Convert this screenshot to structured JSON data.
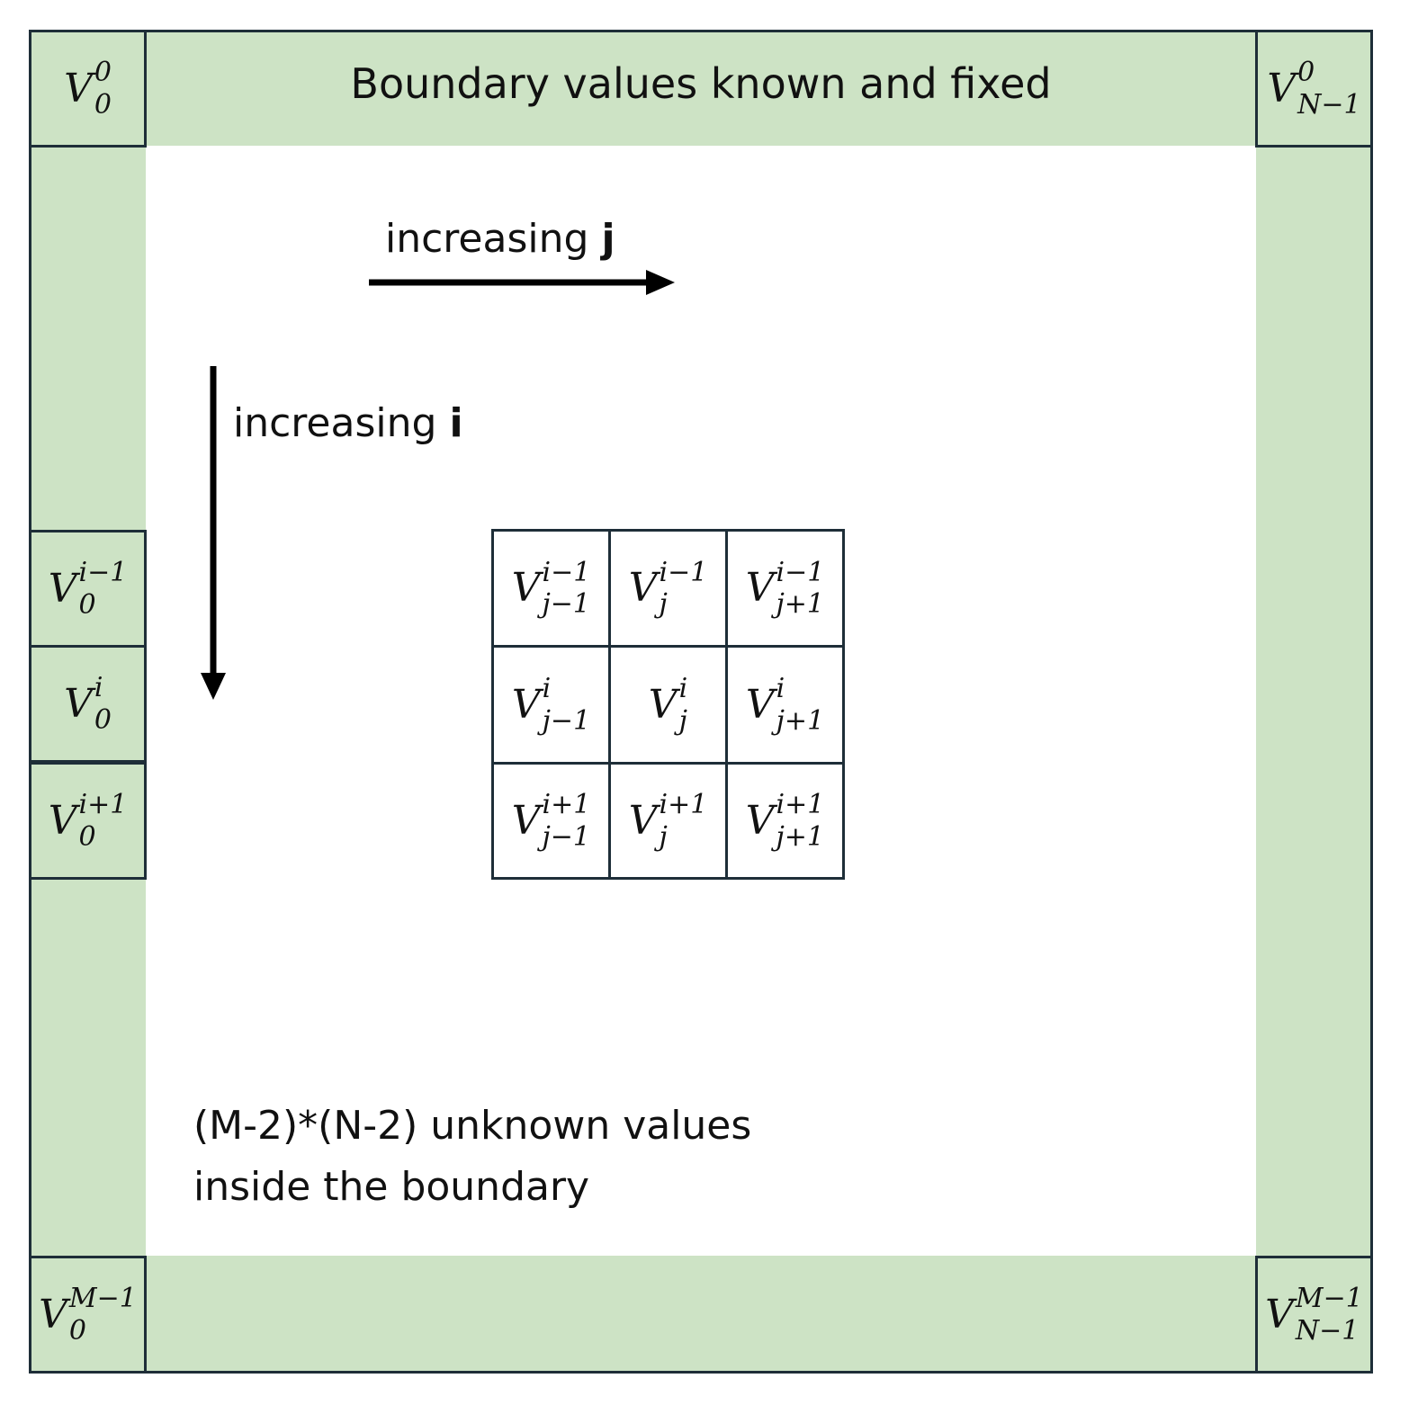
{
  "top_label": "Boundary values known and fixed",
  "increasing_j": {
    "prefix": "increasing",
    "var": "j"
  },
  "increasing_i": {
    "prefix": "increasing",
    "var": "i"
  },
  "unknown_values": {
    "line1": "(M-2)*(N-2) unknown values",
    "line2": "inside the boundary"
  },
  "corners": {
    "top_left": {
      "base": "V",
      "sup": "0",
      "sub": "0"
    },
    "top_right": {
      "base": "V",
      "sup": "0",
      "sub": "N−1"
    },
    "bottom_left": {
      "base": "V",
      "sup": "M−1",
      "sub": "0"
    },
    "bottom_right": {
      "base": "V",
      "sup": "M−1",
      "sub": "N−1"
    }
  },
  "left_boundary": [
    {
      "base": "V",
      "sup": "i−1",
      "sub": "0"
    },
    {
      "base": "V",
      "sup": "i",
      "sub": "0"
    },
    {
      "base": "V",
      "sup": "i+1",
      "sub": "0"
    }
  ],
  "stencil": [
    [
      {
        "base": "V",
        "sup": "i−1",
        "sub": "j−1"
      },
      {
        "base": "V",
        "sup": "i−1",
        "sub": "j"
      },
      {
        "base": "V",
        "sup": "i−1",
        "sub": "j+1"
      }
    ],
    [
      {
        "base": "V",
        "sup": "i",
        "sub": "j−1"
      },
      {
        "base": "V",
        "sup": "i",
        "sub": "j"
      },
      {
        "base": "V",
        "sup": "i",
        "sub": "j+1"
      }
    ],
    [
      {
        "base": "V",
        "sup": "i+1",
        "sub": "j−1"
      },
      {
        "base": "V",
        "sup": "i+1",
        "sub": "j"
      },
      {
        "base": "V",
        "sup": "i+1",
        "sub": "j+1"
      }
    ]
  ],
  "colors": {
    "boundary_fill": "#cde3c5",
    "border": "#1e2e38",
    "interior": "#ffffff"
  }
}
